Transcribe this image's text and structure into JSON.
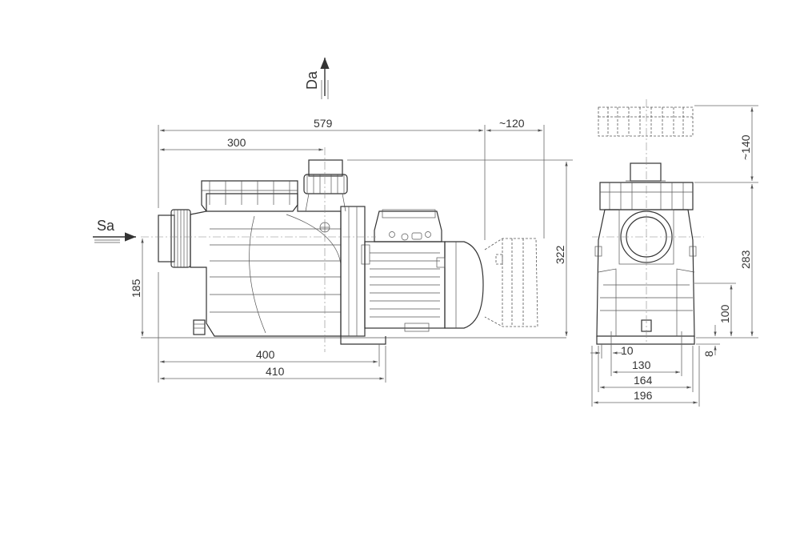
{
  "ports": {
    "suction": "Sa",
    "discharge": "Da"
  },
  "dimensions": {
    "overall_length": "579",
    "suction_to_discharge": "300",
    "motor_removal": "~120",
    "total_height": "322",
    "suction_height": "185",
    "base_length_inner": "400",
    "base_length_outer": "410",
    "lid_removal": "~140",
    "body_height": "283",
    "foot_height": "100",
    "base_plate": "8",
    "foot_offset": "10",
    "hole_spacing": "130",
    "foot_width": "164",
    "overall_width": "196"
  },
  "colors": {
    "line": "#333333",
    "dimension_line": "#666666",
    "background": "#ffffff"
  }
}
